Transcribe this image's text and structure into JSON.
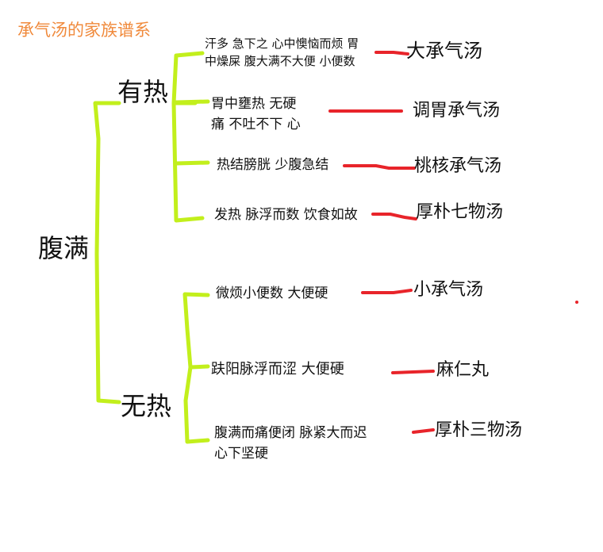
{
  "title": "承气汤的家族谱系",
  "root": "腹满",
  "branches": [
    {
      "label": "有热",
      "items": [
        {
          "condition": [
            "汗多 急下之 心中懊恼而烦 胃",
            "中燥屎 腹大满不大便 小便数"
          ],
          "formula": "大承气汤"
        },
        {
          "condition": [
            "胃中壅热 无硬",
            "痛 不吐不下 心"
          ],
          "formula": "调胃承气汤"
        },
        {
          "condition": [
            "热结膀胱 少腹急结"
          ],
          "formula": "桃核承气汤"
        },
        {
          "condition": [
            "发热 脉浮而数 饮食如故"
          ],
          "formula": "厚朴七物汤"
        }
      ]
    },
    {
      "label": "无热",
      "items": [
        {
          "condition": [
            "微烦小便数 大便硬"
          ],
          "formula": "小承气汤"
        },
        {
          "condition": [
            "趺阳脉浮而涩  大便硬"
          ],
          "formula": "麻仁丸"
        },
        {
          "condition": [
            "腹满而痛便闭  脉紧大而迟",
            "心下坚硬"
          ],
          "formula": "厚朴三物汤"
        }
      ]
    }
  ],
  "colors": {
    "title": "#f08a3c",
    "bracket": "#c2ef1c",
    "connector": "#e8242a",
    "text": "#111111"
  }
}
